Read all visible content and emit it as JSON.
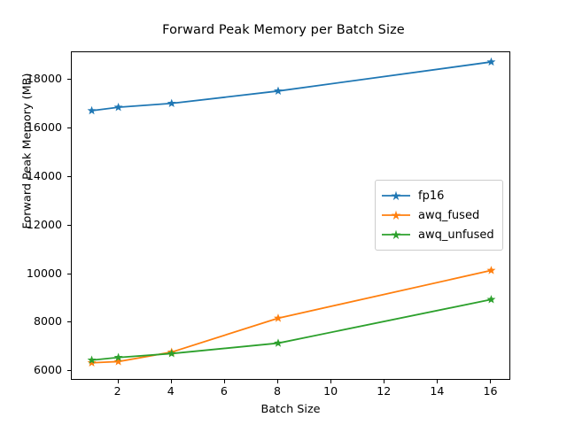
{
  "chart_data": {
    "type": "line",
    "title": "Forward Peak Memory per Batch Size",
    "xlabel": "Batch Size",
    "ylabel": "Forward Peak Memory (MB)",
    "x": [
      1,
      2,
      4,
      8,
      16
    ],
    "xlim": [
      0.25,
      16.75
    ],
    "ylim": [
      5600,
      19150
    ],
    "xticks": [
      2,
      4,
      6,
      8,
      10,
      12,
      14,
      16
    ],
    "xtick_labels": [
      "2",
      "4",
      "6",
      "8",
      "10",
      "12",
      "14",
      "16"
    ],
    "yticks": [
      6000,
      8000,
      10000,
      12000,
      14000,
      16000,
      18000
    ],
    "ytick_labels": [
      "6000",
      "8000",
      "10000",
      "12000",
      "14000",
      "16000",
      "18000"
    ],
    "grid": false,
    "legend_position": "center-right",
    "marker": "star",
    "series": [
      {
        "name": "fp16",
        "color": "#1f77b4",
        "values": [
          16740,
          16880,
          17040,
          17550,
          18750
        ]
      },
      {
        "name": "awq_fused",
        "color": "#ff7f0e",
        "values": [
          6340,
          6390,
          6780,
          8180,
          10150
        ]
      },
      {
        "name": "awq_unfused",
        "color": "#2ca02c",
        "values": [
          6450,
          6560,
          6720,
          7150,
          8950
        ]
      }
    ]
  },
  "legend": {
    "entries": [
      {
        "label": "fp16"
      },
      {
        "label": "awq_fused"
      },
      {
        "label": "awq_unfused"
      }
    ]
  }
}
